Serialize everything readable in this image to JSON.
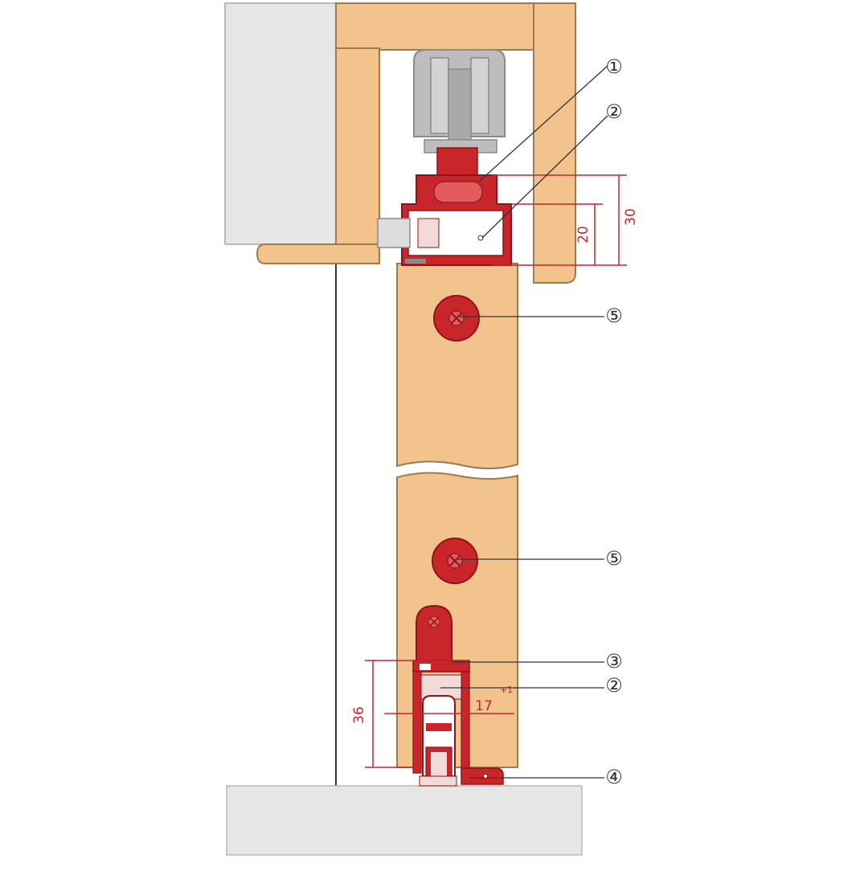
{
  "colors": {
    "wood": "#F2C38C",
    "wood_edge": "#9E7A4E",
    "hardware": "#C8262B",
    "hardware_dark": "#8E1418",
    "dimension": "#C8262B",
    "leader": "#333333",
    "wall": "#E6E6E6",
    "wall_edge": "#B9B9B9",
    "floor": "#E6E6E6",
    "roller": "#BDBDBD",
    "roller_dark": "#8A8A8A"
  },
  "callouts": [
    {
      "id": "1",
      "label": "①"
    },
    {
      "id": "2",
      "label": "②"
    },
    {
      "id": "5a",
      "label": "⑤"
    },
    {
      "id": "5b",
      "label": "⑤"
    },
    {
      "id": "3",
      "label": "③"
    },
    {
      "id": "2b",
      "label": "②"
    },
    {
      "id": "4",
      "label": "④"
    }
  ],
  "dimensions": {
    "top_outer": "30",
    "top_inner": "20",
    "bottom_height": "36",
    "bottom_width": "17",
    "bottom_tolerance": "+1"
  }
}
